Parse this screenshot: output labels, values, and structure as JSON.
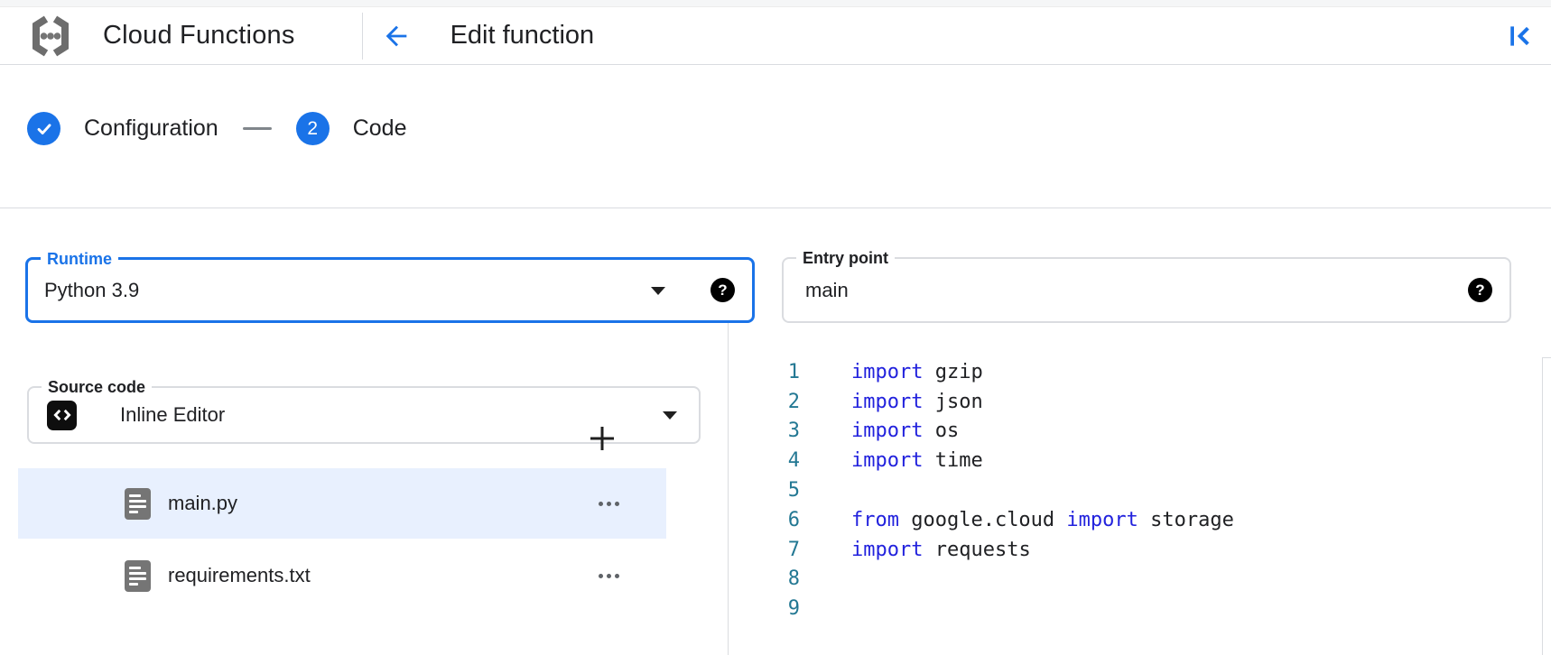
{
  "header": {
    "product_name": "Cloud Functions",
    "page_title": "Edit function"
  },
  "stepper": {
    "steps": [
      {
        "label": "Configuration",
        "status": "complete"
      },
      {
        "label": "Code",
        "number": "2",
        "status": "current"
      }
    ]
  },
  "form": {
    "runtime": {
      "label": "Runtime",
      "value": "Python 3.9"
    },
    "entry_point": {
      "label": "Entry point",
      "value": "main"
    },
    "source_code": {
      "label": "Source code",
      "value": "Inline Editor"
    }
  },
  "files": [
    {
      "name": "main.py",
      "selected": true
    },
    {
      "name": "requirements.txt",
      "selected": false
    }
  ],
  "editor": {
    "language": "python",
    "lines": [
      {
        "number": "1",
        "tokens": [
          {
            "type": "keyword",
            "text": "import"
          },
          {
            "type": "plain",
            "text": " gzip"
          }
        ]
      },
      {
        "number": "2",
        "tokens": [
          {
            "type": "keyword",
            "text": "import"
          },
          {
            "type": "plain",
            "text": " json"
          }
        ]
      },
      {
        "number": "3",
        "tokens": [
          {
            "type": "keyword",
            "text": "import"
          },
          {
            "type": "plain",
            "text": " os"
          }
        ]
      },
      {
        "number": "4",
        "tokens": [
          {
            "type": "keyword",
            "text": "import"
          },
          {
            "type": "plain",
            "text": " time"
          }
        ]
      },
      {
        "number": "5",
        "tokens": []
      },
      {
        "number": "6",
        "tokens": [
          {
            "type": "keyword",
            "text": "from"
          },
          {
            "type": "plain",
            "text": " google.cloud "
          },
          {
            "type": "keyword",
            "text": "import"
          },
          {
            "type": "plain",
            "text": " storage"
          }
        ]
      },
      {
        "number": "7",
        "tokens": [
          {
            "type": "keyword",
            "text": "import"
          },
          {
            "type": "plain",
            "text": " requests"
          }
        ]
      },
      {
        "number": "8",
        "tokens": []
      },
      {
        "number": "9",
        "tokens": []
      }
    ]
  },
  "icons": {
    "logo": "cloud-functions-logo",
    "back": "back-arrow-icon",
    "collapse": "collapse-panel-icon",
    "step_complete": "check-icon",
    "help": "question-mark-icon",
    "dropdown": "caret-down-icon",
    "source_inline": "code-brackets-icon",
    "file": "document-icon",
    "add_file": "plus-icon",
    "row_menu": "three-dots-menu-icon"
  },
  "colors": {
    "accent_blue": "#1a73e8",
    "keyword_blue": "#2222dd",
    "line_number_teal": "#237893",
    "selected_file_bg": "#e8f0fe",
    "border_gray": "#dadce0",
    "text_primary": "#202124",
    "text_secondary": "#5f6368",
    "icon_gray": "#757575"
  }
}
